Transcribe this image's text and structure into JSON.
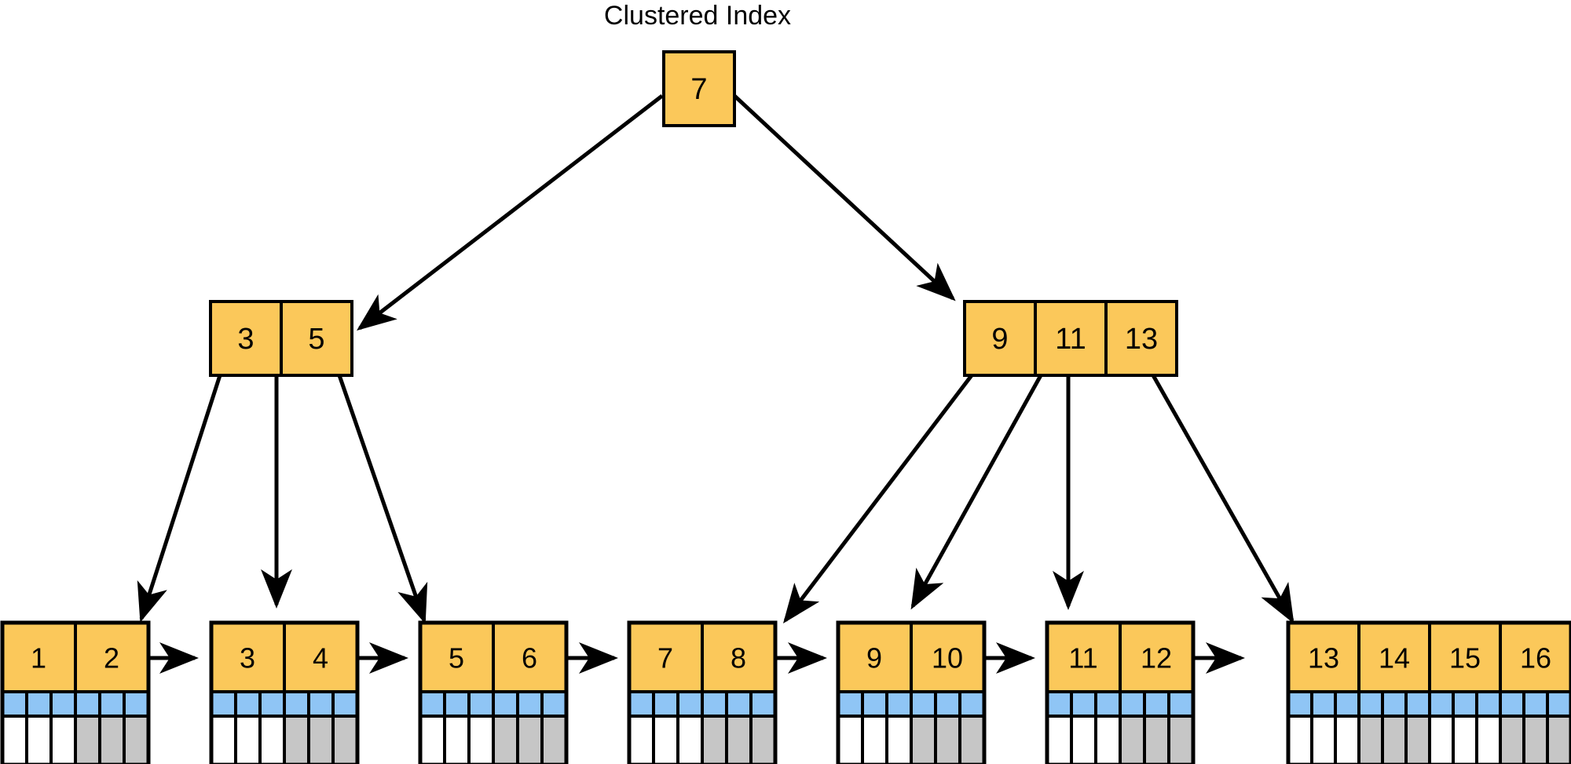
{
  "title": "Clustered Index",
  "colors": {
    "key_cell": "#fbc85a",
    "blue_cell": "#8fc5f5",
    "gray_cell": "#c6c6c6",
    "white_cell": "#ffffff",
    "stroke": "#000000",
    "background": "#ffffff"
  },
  "chart_data": {
    "type": "diagram",
    "diagram_kind": "b-plus-tree",
    "title": "Clustered Index",
    "levels": 3,
    "root": {
      "keys": [
        "7"
      ]
    },
    "internal": [
      {
        "id": "internal-left",
        "keys": [
          "3",
          "5"
        ]
      },
      {
        "id": "internal-right",
        "keys": [
          "9",
          "11",
          "13"
        ]
      }
    ],
    "leaves": [
      {
        "id": "leaf-1",
        "keys": [
          "1",
          "2"
        ],
        "subcells_per_key": 3,
        "row_blue": 6,
        "row_bottom": [
          "white",
          "white",
          "white",
          "gray",
          "gray",
          "gray"
        ]
      },
      {
        "id": "leaf-2",
        "keys": [
          "3",
          "4"
        ],
        "subcells_per_key": 3,
        "row_blue": 6,
        "row_bottom": [
          "white",
          "white",
          "white",
          "gray",
          "gray",
          "gray"
        ]
      },
      {
        "id": "leaf-3",
        "keys": [
          "5",
          "6"
        ],
        "subcells_per_key": 3,
        "row_blue": 6,
        "row_bottom": [
          "white",
          "white",
          "white",
          "gray",
          "gray",
          "gray"
        ]
      },
      {
        "id": "leaf-4",
        "keys": [
          "7",
          "8"
        ],
        "subcells_per_key": 3,
        "row_blue": 6,
        "row_bottom": [
          "white",
          "white",
          "white",
          "gray",
          "gray",
          "gray"
        ]
      },
      {
        "id": "leaf-5",
        "keys": [
          "9",
          "10"
        ],
        "subcells_per_key": 3,
        "row_blue": 6,
        "row_bottom": [
          "white",
          "white",
          "white",
          "gray",
          "gray",
          "gray"
        ]
      },
      {
        "id": "leaf-6",
        "keys": [
          "11",
          "12"
        ],
        "subcells_per_key": 3,
        "row_blue": 6,
        "row_bottom": [
          "white",
          "white",
          "white",
          "gray",
          "gray",
          "gray"
        ]
      },
      {
        "id": "leaf-7",
        "keys": [
          "13",
          "14",
          "15",
          "16"
        ],
        "subcells_per_key": 3,
        "row_blue": 12,
        "row_bottom": [
          "white",
          "white",
          "white",
          "gray",
          "gray",
          "gray",
          "white",
          "white",
          "white",
          "gray",
          "gray",
          "gray"
        ]
      }
    ],
    "edges": [
      {
        "from": "root",
        "to": "internal-left"
      },
      {
        "from": "root",
        "to": "internal-right"
      },
      {
        "from": "internal-left",
        "to": "leaf-1"
      },
      {
        "from": "internal-left",
        "to": "leaf-2"
      },
      {
        "from": "internal-left",
        "to": "leaf-3"
      },
      {
        "from": "internal-right",
        "to": "leaf-4"
      },
      {
        "from": "internal-right",
        "to": "leaf-5"
      },
      {
        "from": "internal-right",
        "to": "leaf-6"
      },
      {
        "from": "internal-right",
        "to": "leaf-7"
      }
    ],
    "sibling_links": [
      {
        "from": "leaf-1",
        "to": "leaf-2"
      },
      {
        "from": "leaf-2",
        "to": "leaf-3"
      },
      {
        "from": "leaf-3",
        "to": "leaf-4"
      },
      {
        "from": "leaf-4",
        "to": "leaf-5"
      },
      {
        "from": "leaf-5",
        "to": "leaf-6"
      },
      {
        "from": "leaf-6",
        "to": "leaf-7"
      }
    ]
  },
  "root_node": {
    "keys": [
      "7"
    ]
  },
  "internal_left": {
    "keys": [
      "3",
      "5"
    ]
  },
  "internal_right": {
    "keys": [
      "9",
      "11",
      "13"
    ]
  },
  "leaves": [
    {
      "keys": [
        "1",
        "2"
      ]
    },
    {
      "keys": [
        "3",
        "4"
      ]
    },
    {
      "keys": [
        "5",
        "6"
      ]
    },
    {
      "keys": [
        "7",
        "8"
      ]
    },
    {
      "keys": [
        "9",
        "10"
      ]
    },
    {
      "keys": [
        "11",
        "12"
      ]
    },
    {
      "keys": [
        "13",
        "14",
        "15",
        "16"
      ]
    }
  ]
}
